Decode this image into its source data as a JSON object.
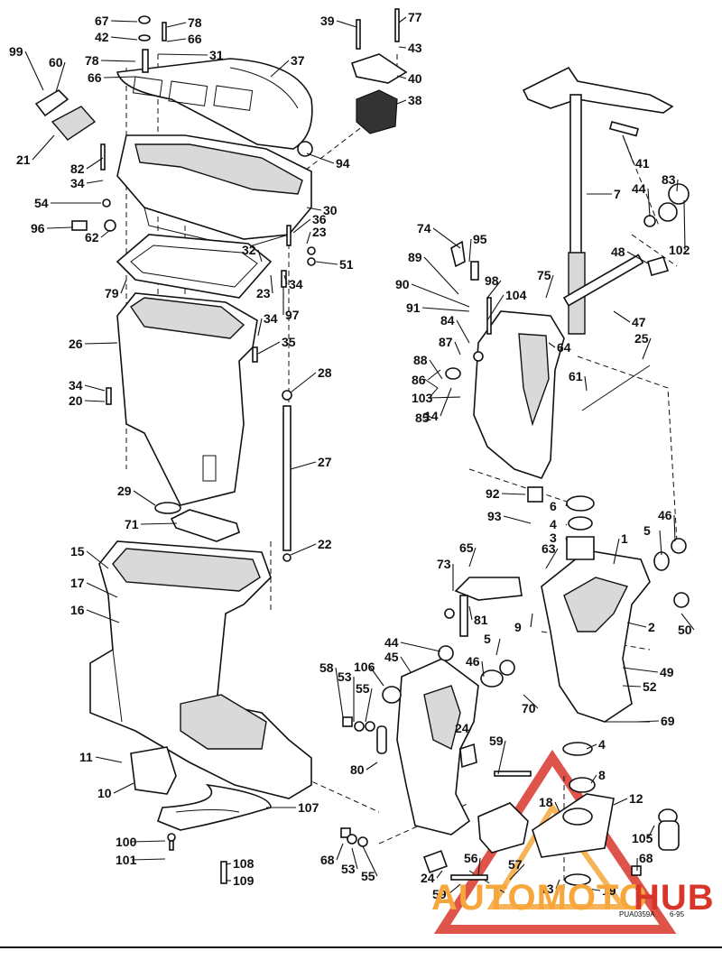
{
  "labels": [
    {
      "t": "67"
    },
    {
      "t": "78"
    },
    {
      "t": "42"
    },
    {
      "t": "66"
    },
    {
      "t": "31"
    },
    {
      "t": "78"
    },
    {
      "t": "66"
    },
    {
      "t": "99"
    },
    {
      "t": "60"
    },
    {
      "t": "37"
    },
    {
      "t": "21"
    },
    {
      "t": "39"
    },
    {
      "t": "77"
    },
    {
      "t": "43"
    },
    {
      "t": "40"
    },
    {
      "t": "38"
    },
    {
      "t": "82"
    },
    {
      "t": "34"
    },
    {
      "t": "94"
    },
    {
      "t": "54"
    },
    {
      "t": "30"
    },
    {
      "t": "96"
    },
    {
      "t": "62"
    },
    {
      "t": "36"
    },
    {
      "t": "23"
    },
    {
      "t": "32"
    },
    {
      "t": "51"
    },
    {
      "t": "79"
    },
    {
      "t": "23"
    },
    {
      "t": "34"
    },
    {
      "t": "97"
    },
    {
      "t": "26"
    },
    {
      "t": "34"
    },
    {
      "t": "35"
    },
    {
      "t": "34"
    },
    {
      "t": "20"
    },
    {
      "t": "28"
    },
    {
      "t": "27"
    },
    {
      "t": "29"
    },
    {
      "t": "71"
    },
    {
      "t": "22"
    },
    {
      "t": "15"
    },
    {
      "t": "17"
    },
    {
      "t": "16"
    },
    {
      "t": "11"
    },
    {
      "t": "10"
    },
    {
      "t": "107"
    },
    {
      "t": "100"
    },
    {
      "t": "101"
    },
    {
      "t": "108"
    },
    {
      "t": "109"
    },
    {
      "t": "41"
    },
    {
      "t": "7"
    },
    {
      "t": "44"
    },
    {
      "t": "83"
    },
    {
      "t": "48"
    },
    {
      "t": "102"
    },
    {
      "t": "74"
    },
    {
      "t": "95"
    },
    {
      "t": "89"
    },
    {
      "t": "98"
    },
    {
      "t": "75"
    },
    {
      "t": "90"
    },
    {
      "t": "104"
    },
    {
      "t": "91"
    },
    {
      "t": "84"
    },
    {
      "t": "47"
    },
    {
      "t": "87"
    },
    {
      "t": "64"
    },
    {
      "t": "25"
    },
    {
      "t": "86"
    },
    {
      "t": "88"
    },
    {
      "t": "61"
    },
    {
      "t": "103"
    },
    {
      "t": "14"
    },
    {
      "t": "85"
    },
    {
      "t": "92"
    },
    {
      "t": "6"
    },
    {
      "t": "93"
    },
    {
      "t": "4"
    },
    {
      "t": "3"
    },
    {
      "t": "46"
    },
    {
      "t": "65"
    },
    {
      "t": "1"
    },
    {
      "t": "5"
    },
    {
      "t": "63"
    },
    {
      "t": "73"
    },
    {
      "t": "81"
    },
    {
      "t": "9"
    },
    {
      "t": "2"
    },
    {
      "t": "50"
    },
    {
      "t": "44"
    },
    {
      "t": "45"
    },
    {
      "t": "5"
    },
    {
      "t": "46"
    },
    {
      "t": "49"
    },
    {
      "t": "58"
    },
    {
      "t": "106"
    },
    {
      "t": "53"
    },
    {
      "t": "55"
    },
    {
      "t": "70"
    },
    {
      "t": "52"
    },
    {
      "t": "24"
    },
    {
      "t": "69"
    },
    {
      "t": "59"
    },
    {
      "t": "4"
    },
    {
      "t": "80"
    },
    {
      "t": "8"
    },
    {
      "t": "18"
    },
    {
      "t": "12"
    },
    {
      "t": "68"
    },
    {
      "t": "53"
    },
    {
      "t": "55"
    },
    {
      "t": "105"
    },
    {
      "t": "56"
    },
    {
      "t": "57"
    },
    {
      "t": "68"
    },
    {
      "t": "24"
    },
    {
      "t": "59"
    },
    {
      "t": "13"
    },
    {
      "t": "19"
    }
  ],
  "figure_ref": "PUA0359A",
  "figure_date": "6-95",
  "watermark": {
    "text_auto": "AUTOMOTO",
    "text_hub": "HUB",
    "color_primary": "#d9362b",
    "color_secondary": "#f6a63a"
  },
  "colors": {
    "line": "#111111",
    "background": "#ffffff"
  }
}
